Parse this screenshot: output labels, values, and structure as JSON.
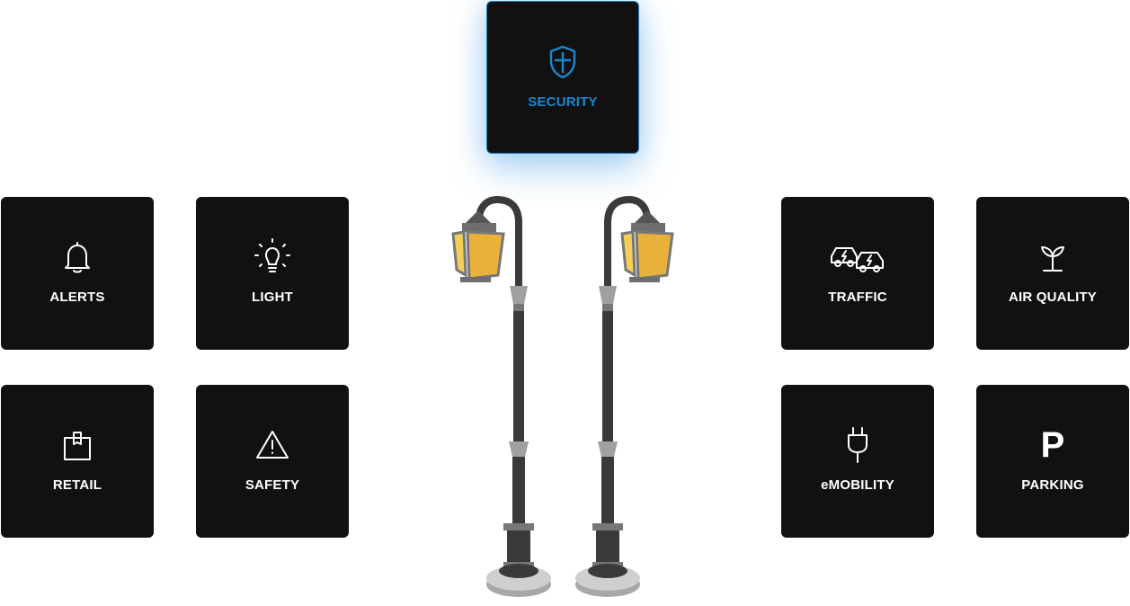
{
  "tiles": {
    "security": {
      "label": "SECURITY",
      "icon": "shield-icon"
    },
    "alerts": {
      "label": "ALERTS",
      "icon": "bell-icon"
    },
    "light": {
      "label": "LIGHT",
      "icon": "lightbulb-icon"
    },
    "retail": {
      "label": "RETAIL",
      "icon": "package-icon"
    },
    "safety": {
      "label": "SAFETY",
      "icon": "warning-icon"
    },
    "traffic": {
      "label": "TRAFFIC",
      "icon": "cars-icon"
    },
    "air": {
      "label": "AIR QUALITY",
      "icon": "sprout-icon"
    },
    "emob": {
      "label": "eMOBILITY",
      "icon": "plug-icon"
    },
    "parking": {
      "label": "PARKING",
      "icon": "parking-icon",
      "glyph": "P"
    }
  },
  "colors": {
    "tile_bg": "#111111",
    "accent": "#1a88d0",
    "text": "#ffffff",
    "lamp_glass": "#f5c84a",
    "lamp_metal": "#6e6e6e"
  }
}
